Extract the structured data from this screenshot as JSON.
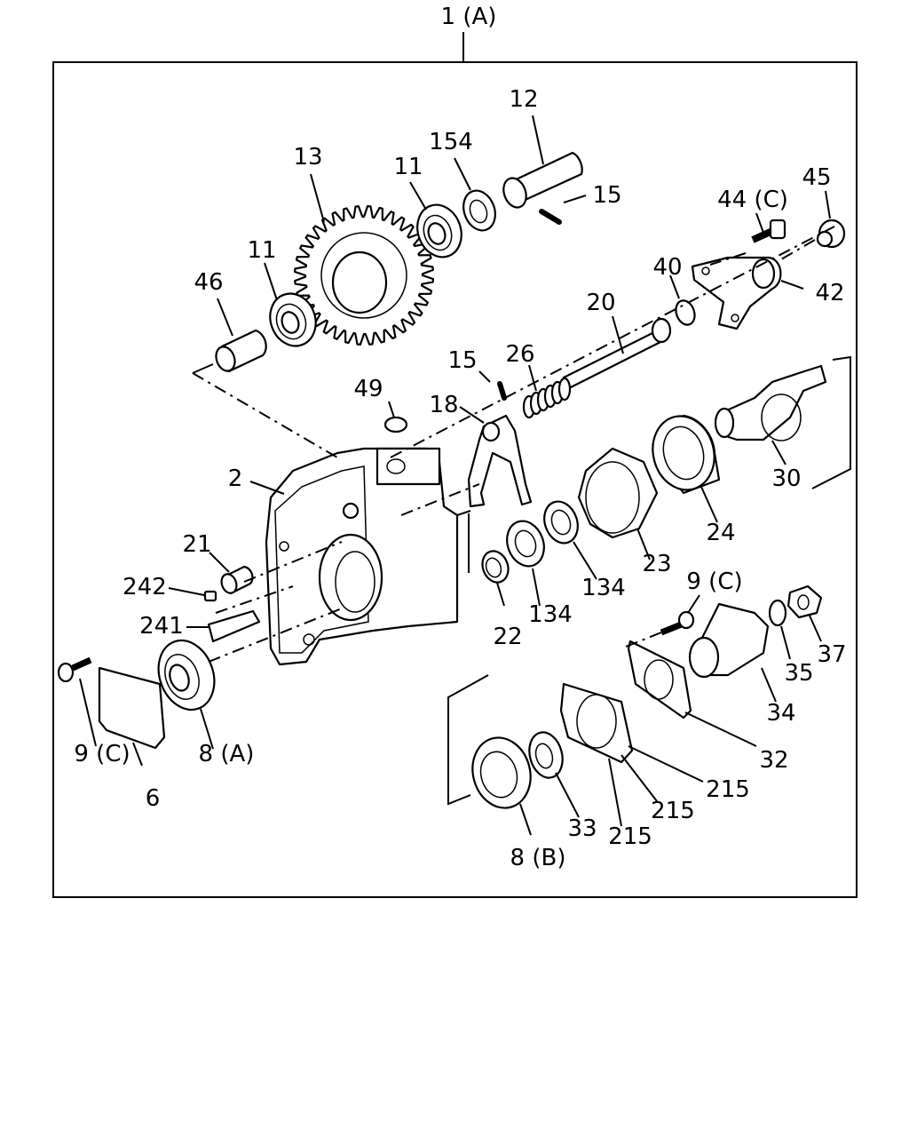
{
  "assembly_label": "1 (A)",
  "callouts": {
    "p2": "2",
    "p6": "6",
    "p8a": "8 (A)",
    "p8b": "8 (B)",
    "p9c_left": "9 (C)",
    "p9c_right": "9 (C)",
    "p11_left": "11",
    "p11_right": "11",
    "p12": "12",
    "p13": "13",
    "p15_top": "15",
    "p15_mid": "15",
    "p18": "18",
    "p20": "20",
    "p21": "21",
    "p22": "22",
    "p23": "23",
    "p24": "24",
    "p26": "26",
    "p30": "30",
    "p32": "32",
    "p33": "33",
    "p34": "34",
    "p35": "35",
    "p37": "37",
    "p40": "40",
    "p42": "42",
    "p44c": "44 (C)",
    "p45": "45",
    "p46": "46",
    "p49": "49",
    "p134_left": "134",
    "p134_right": "134",
    "p154": "154",
    "p215_a": "215",
    "p215_b": "215",
    "p215_c": "215",
    "p241": "241",
    "p242": "242"
  }
}
